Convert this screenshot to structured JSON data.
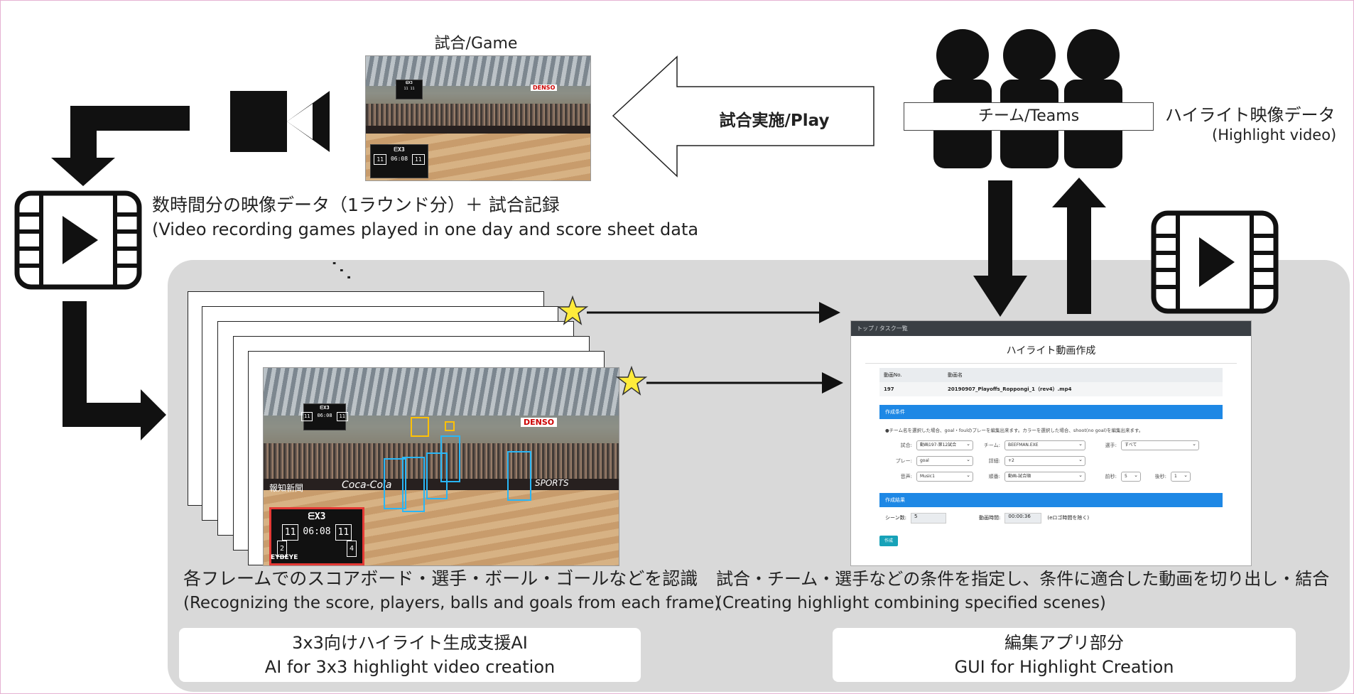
{
  "game_label": "試合/Game",
  "play_arrow_label": "試合実施/Play",
  "teams_label": "チーム/Teams",
  "highlight_video_label": {
    "jp": "ハイライト映像データ",
    "en": "(Highlight video)"
  },
  "video_data_caption": {
    "jp": "数時間分の映像データ（1ラウンド分）＋ 試合記録",
    "en": "(Video recording games played in one day and score sheet data"
  },
  "ellipsis": "⋰",
  "recognition_caption": {
    "jp": "各フレームでのスコアボード・選手・ボール・ゴールなどを認識",
    "en": "(Recognizing the score, players, balls and goals from each frame)"
  },
  "editing_caption": {
    "jp": "試合・チーム・選手などの条件を指定し、条件に適合した動画を切り出し・結合",
    "en": "(Creating highlight combining specified scenes)"
  },
  "ai_box": {
    "jp": "3x3向けハイライト生成支援AI",
    "en": "AI for 3x3 highlight video creation"
  },
  "gui_box": {
    "jp": "編集アプリ部分",
    "en": "GUI for Highlight Creation"
  },
  "scoreboard": {
    "logo": "ᗴX3",
    "home": "11",
    "time": "06:08",
    "away": "11",
    "foul_home": "2",
    "foul_away": "4"
  },
  "photo_texts": {
    "denso": "DENSO",
    "sponsor": "SPORTS",
    "newspaper": "報知新聞",
    "cola": "Coca-Cola",
    "eye": "EYBEYE"
  },
  "gui": {
    "breadcrumb": "トップ / タスク一覧",
    "title": "ハイライト動画作成",
    "table_headers": [
      "動画No.",
      "動画名"
    ],
    "table_row": [
      "197",
      "20190907_Playoffs_Roppongi_1（rev4）.mp4"
    ],
    "conditions_bar": "作成条件",
    "note": "●チーム名を選択した場合、goal・foulのプレーを編集出来ます。カラーを選択した場合、shoot(no goal)を編集出来ます。",
    "form_rows": [
      [
        {
          "label": "試合:",
          "value": "動画197-第12試合"
        },
        {
          "label": "チーム:",
          "value": "BEEFMAN.EXE"
        },
        {
          "label": "選手:",
          "value": "すべて"
        }
      ],
      [
        {
          "label": "プレー:",
          "value": "goal"
        },
        {
          "label": "詳細:",
          "value": "+2"
        }
      ],
      [
        {
          "label": "音声:",
          "value": "Music1"
        },
        {
          "label": "順番:",
          "value": "動画-試合順"
        },
        {
          "label": "前秒:",
          "value": "5"
        },
        {
          "label": "後秒:",
          "value": "1"
        }
      ]
    ],
    "results_bar": "作成結果",
    "scene_count_label": "シーン数:",
    "scene_count_value": "5",
    "duration_label": "動画時間:",
    "duration_value": "00:00:36",
    "duration_note": "(eロゴ時間を除く)",
    "create_button": "作成"
  },
  "colors": {
    "panel_gray": "#d9d9d9",
    "star_yellow": "#ffeb3b",
    "gui_blue": "#1e88e5",
    "gui_button": "#17a2b8",
    "detection_box": "#29b6f6",
    "ball_box": "#ffc107",
    "scoreboard_outline": "#e53935"
  }
}
